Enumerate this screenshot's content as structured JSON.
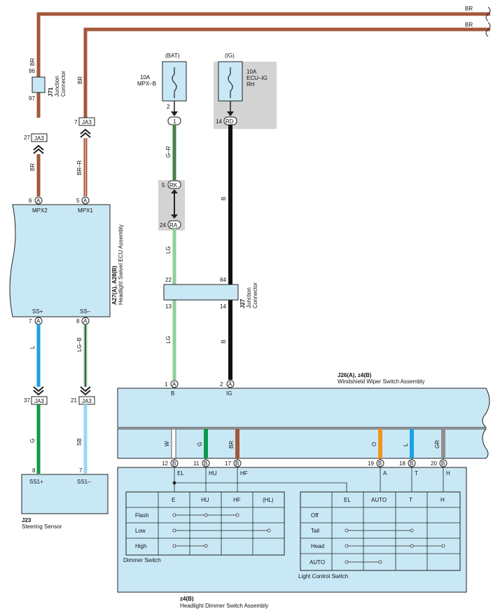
{
  "wire_codes": {
    "br": "BR",
    "br_r": "BR–R",
    "g_r": "G–R",
    "lg": "LG",
    "b": "B",
    "l": "L",
    "lg_b": "LG–B",
    "g": "G",
    "sb": "SB",
    "w": "W",
    "o": "O",
    "gr": "GR"
  },
  "colors": {
    "br": "#a4573a",
    "lg": "#8fcf9c",
    "l": "#1aa3e0",
    "g": "#0a9b4b",
    "sb": "#9bd7f2",
    "o": "#f39221",
    "gr": "#8f8f8f",
    "b": "#111111",
    "w": "#ffffff",
    "box_fill": "#c9e8f6",
    "shade": "#d3d3d3"
  },
  "connectors": {
    "j71": {
      "code": "J71",
      "name_line1": "Junction",
      "name_line2": "Connector",
      "pin_top": "96",
      "pin_bottom": "97"
    },
    "ja3": "JA3",
    "a": "A",
    "b": "B",
    "one": "1",
    "rd": "RD",
    "rk": "RK",
    "ra": "RA",
    "j27": {
      "code": "J27",
      "name_line1": "Junction",
      "name_line2": "Connector"
    }
  },
  "pins": {
    "p27": "27",
    "p7": "7",
    "p6": "6",
    "p5": "5",
    "p8": "8",
    "p37": "37",
    "p21": "21",
    "p2": "2",
    "p14": "14",
    "p24": "24",
    "p22": "22",
    "p84": "84",
    "p13": "13",
    "p1": "1",
    "p12": "12",
    "p11": "11",
    "p17": "17",
    "p19": "19",
    "p18": "18",
    "p20": "20"
  },
  "fuses": {
    "bat": {
      "source": "(BAT)",
      "rating": "10A",
      "name": "MPX–B"
    },
    "ig": {
      "source": "(IG)",
      "rating": "10A",
      "name_line1": "ECU–IG",
      "name_line2": "RH"
    }
  },
  "ecu": {
    "code": "A27(A), A28(B)",
    "name": "Headlight Swivel ECU Assembly",
    "terminals": {
      "mpx2": "MPX2",
      "mpx1": "MPX1",
      "ss_plus": "SS+",
      "ss_minus": "SS–"
    }
  },
  "sensor": {
    "code": "J23",
    "name": "Steering Sensor",
    "terminals": {
      "ss1_plus": "SS1+",
      "ss1_minus": "SS1–"
    }
  },
  "wiper": {
    "code": "J26(A), z4(B)",
    "name": "Windshield Wiper Switch Assembly",
    "terminals": {
      "b": "B",
      "ig": "IG"
    }
  },
  "dimmer": {
    "code": "z4(B)",
    "name": "Headlight Dimmer Switch Assembly",
    "terminals": {
      "el": "EL",
      "hu": "HU",
      "hf": "HF",
      "a": "A",
      "t": "T",
      "h": "H"
    }
  },
  "dimmer_table": {
    "title": "Dimmer Switch",
    "columns": [
      "",
      "E",
      "HU",
      "HF",
      "(HL)"
    ],
    "rows": [
      "Flash",
      "Low",
      "High"
    ]
  },
  "light_table": {
    "title": "Light Control Switch",
    "columns": [
      "",
      "EL",
      "AUTO",
      "T",
      "H"
    ],
    "rows": [
      "Off",
      "Tail",
      "Head",
      "AUTO"
    ]
  }
}
